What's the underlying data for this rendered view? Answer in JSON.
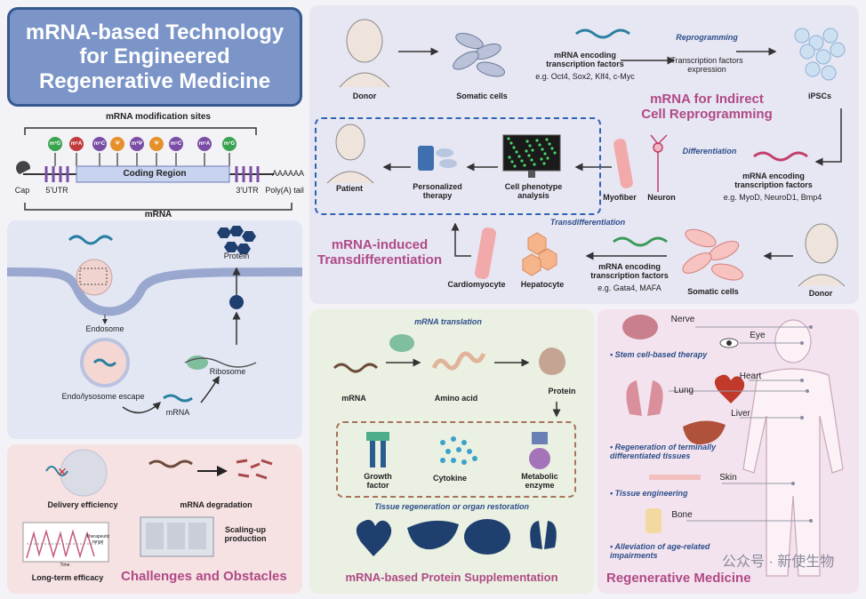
{
  "title": {
    "line1": "mRNA-based Technology",
    "line2": "for Engineered",
    "line3": "Regenerative Medicine"
  },
  "mrna_structure": {
    "heading": "mRNA modification sites",
    "cap": "Cap",
    "utr5": "5'UTR",
    "coding": "Coding Region",
    "utr3": "3'UTR",
    "polya": "Poly(A) tail",
    "tail_seq": "AAAAAA",
    "mrna_label": "mRNA",
    "mod_sites": [
      {
        "label": "m⁷G",
        "color": "#3aa34f"
      },
      {
        "label": "m⁶A",
        "color": "#c23b3b"
      },
      {
        "label": "m⁵C",
        "color": "#7b4ea6"
      },
      {
        "label": "Ψ",
        "color": "#e6902a"
      },
      {
        "label": "m¹Ψ",
        "color": "#7b4ea6"
      },
      {
        "label": "Ψ",
        "color": "#e6902a"
      },
      {
        "label": "m⁵C",
        "color": "#7b4ea6"
      },
      {
        "label": "m⁶A",
        "color": "#7b4ea6"
      },
      {
        "label": "m⁷G",
        "color": "#3aa34f"
      }
    ]
  },
  "delivery": {
    "protein": "Protein",
    "endosome": "Endosome",
    "ribosome": "Ribosome",
    "escape": "Endo/lysosome escape",
    "mrna": "mRNA"
  },
  "challenges": {
    "title": "Challenges and Obstacles",
    "delivery": "Delivery efficiency",
    "degradation": "mRNA degradation",
    "longterm": "Long-term efficacy",
    "scaling": "Scaling-up\nproduction",
    "therapeutic_range": "Therapeutic range",
    "time": "Time"
  },
  "reprogramming": {
    "donor": "Donor",
    "somatic": "Somatic cells",
    "tf_encoding": "mRNA encoding\ntranscription factors",
    "tf_examples": "e.g. Oct4, Sox2, Klf4, c-Myc",
    "reprogramming": "Reprogramming",
    "tf_expression": "Transcription factors\nexpression",
    "ipscs": "iPSCs",
    "indirect_title": "mRNA for Indirect\nCell Reprogramming",
    "differentiation": "Differentiation",
    "diff_encoding": "mRNA encoding\ntranscription factors",
    "diff_examples": "e.g. MyoD, NeuroD1, Bmp4",
    "myofiber": "Myofiber",
    "neuron": "Neuron",
    "patient": "Patient",
    "personalized": "Personalized\ntherapy",
    "phenotype": "Cell phenotype\nanalysis",
    "transdiff": "Transdifferentiation",
    "trans_encoding": "mRNA encoding\ntranscription factors",
    "trans_examples": "e.g. Gata4, MAFA",
    "somatic2": "Somatic cells",
    "donor2": "Donor",
    "induced_title": "mRNA-induced\nTransdifferentiation",
    "cardiomyocyte": "Cardiomyocyte",
    "hepatocyte": "Hepatocyte"
  },
  "protein_supp": {
    "translation": "mRNA translation",
    "mrna": "mRNA",
    "amino": "Amino acid",
    "protein": "Protein",
    "growth": "Growth\nfactor",
    "cytokine": "Cytokine",
    "enzyme": "Metabolic\nenzyme",
    "tissue": "Tissue regeneration or organ restoration",
    "title": "mRNA-based Protein Supplementation"
  },
  "regen": {
    "nerve": "Nerve",
    "eye": "Eye",
    "stem": "Stem cell-based therapy",
    "lung": "Lung",
    "heart": "Heart",
    "liver": "Liver",
    "terminal": "Regeneration of terminally\ndifferentiated tissues",
    "skin": "Skin",
    "tissue_eng": "Tissue engineering",
    "bone": "Bone",
    "age": "Alleviation of age-related\nimpairments",
    "title": "Regenerative Medicine",
    "watermark": "公众号 · 新使生物"
  },
  "colors": {
    "title_bg": "#7b95c9",
    "accent_magenta": "#b04a86",
    "accent_blue": "#2c4f8a"
  }
}
